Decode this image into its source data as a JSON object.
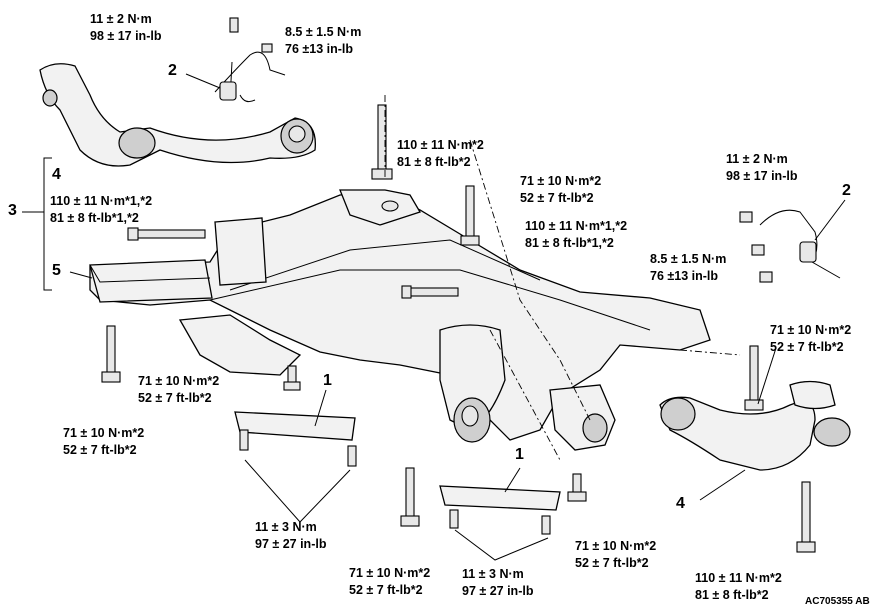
{
  "labels": {
    "torque_tl1": "11 ± 2 N·m",
    "torque_tl2": "98 ± 17 in-lb",
    "torque_tm1": "8.5 ± 1.5 N·m",
    "torque_tm2": "76 ±13 in-lb",
    "torque_c1": "110 ± 11 N·m*2",
    "torque_c2": "81 ± 8 ft-lb*2",
    "torque_r1": "71 ± 10 N·m*2",
    "torque_r2": "52 ± 7 ft-lb*2",
    "torque_ml1": "110 ± 11 N·m*1,*2",
    "torque_ml2": "81 ± 8 ft-lb*1,*2",
    "torque_cm1": "110 ± 11 N·m*1,*2",
    "torque_cm2": "81 ± 8 ft-lb*1,*2",
    "torque_tr1": "11 ± 2 N·m",
    "torque_tr2": "98 ± 17 in-lb",
    "torque_mr1": "8.5 ± 1.5 N·m",
    "torque_mr2": "76 ±13 in-lb",
    "torque_rr1": "71 ± 10 N·m*2",
    "torque_rr2": "52 ± 7 ft-lb*2",
    "torque_cl1": "71 ± 10 N·m*2",
    "torque_cl2": "52 ± 7 ft-lb*2",
    "torque_ll1": "71 ± 10 N·m*2",
    "torque_ll2": "52 ± 7 ft-lb*2",
    "torque_bl1": "11 ± 3 N·m",
    "torque_bl2": "97 ± 27 in-lb",
    "torque_bc1": "71 ± 10 N·m*2",
    "torque_bc2": "52 ± 7 ft-lb*2",
    "torque_bm1": "11 ± 3 N·m",
    "torque_bm2": "97 ± 27 in-lb",
    "torque_brc1": "71 ± 10 N·m*2",
    "torque_brc2": "52 ± 7 ft-lb*2",
    "torque_br1": "110 ± 11 N·m*2",
    "torque_br2": "81 ± 8 ft-lb*2"
  },
  "callouts": {
    "n2_left": "2",
    "n2_right": "2",
    "n3": "3",
    "n4_left": "4",
    "n4_right": "4",
    "n5": "5",
    "n1_center": "1",
    "n1_bottom": "1"
  },
  "drawing_code": "AC705355 AB"
}
